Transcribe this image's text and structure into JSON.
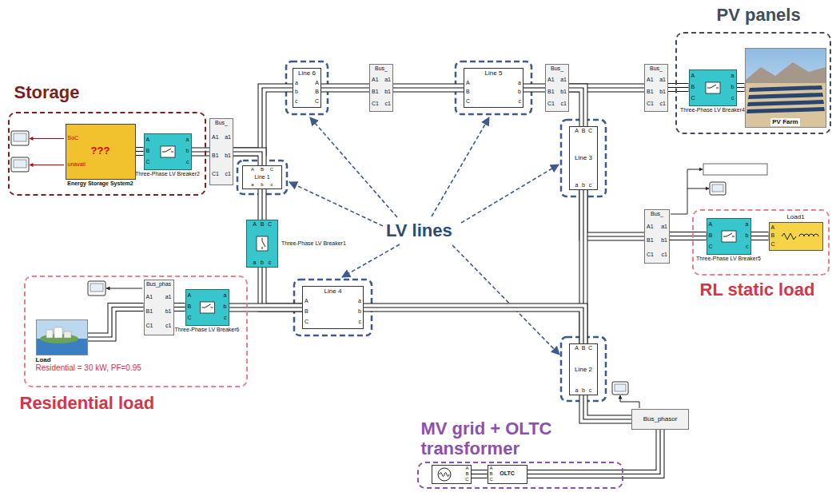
{
  "diagram": {
    "nodes": [
      {
        "text": [
          "Storage"
        ]
      },
      {
        "text": [
          "SoC",
          "unavail",
          "???",
          "Energy Storage System2"
        ],
        "in": 0
      },
      {
        "text": [
          "A",
          "B",
          "C",
          "a",
          "b",
          "c",
          "Three-Phase LV Breaker2"
        ],
        "in": 0
      },
      {
        "text": [
          "Bus_",
          "A1",
          "B1",
          "C1",
          "a1",
          "b1",
          "c1"
        ]
      },
      {
        "text": [
          "Line 6",
          "a",
          "b",
          "c",
          "A",
          "B",
          "C"
        ]
      },
      {
        "text": [
          "Bus_",
          "A1",
          "B1",
          "C1",
          "a1",
          "b1",
          "c1"
        ]
      },
      {
        "text": [
          "Line 5",
          "A",
          "B",
          "C",
          "a",
          "b",
          "c"
        ]
      },
      {
        "text": [
          "Bus_",
          "A1",
          "B1",
          "C1",
          "a1",
          "b1",
          "c1"
        ]
      },
      {
        "text": [
          "Bus_",
          "A1",
          "B1",
          "C1",
          "a1",
          "b1",
          "c1"
        ]
      },
      {
        "text": [
          "PV panels"
        ]
      },
      {
        "text": [
          "A",
          "B",
          "C",
          "a",
          "b",
          "c",
          "Three-Phase LV Breaker4"
        ],
        "in": 9
      },
      {
        "text": [
          "PV Farm"
        ],
        "in": 9
      },
      {
        "text": [
          "A",
          "B",
          "C",
          "a",
          "b",
          "c",
          "Line 1"
        ]
      },
      {
        "text": [
          "A",
          "B",
          "C",
          "Line 3",
          "a",
          "b",
          "c"
        ]
      },
      {
        "text": [
          "A",
          "B",
          "C",
          "a",
          "b",
          "c",
          "Three-Phase LV Breaker1"
        ]
      },
      {
        "text": [
          "Bus_",
          "A1",
          "B1",
          "C1",
          "a1",
          "b1",
          "c1"
        ]
      },
      {
        "text": [
          "RL static load"
        ]
      },
      {
        "text": [
          "A",
          "B",
          "C",
          "a",
          "b",
          "c",
          "Three-Phase LV Breaker5"
        ],
        "in": 16
      },
      {
        "text": [
          "Load1",
          "A",
          "B",
          "C"
        ],
        "in": 16
      },
      {
        "text": [
          "Residential load"
        ]
      },
      {
        "text": [
          "Bus_phas",
          "A1",
          "B1",
          "C1",
          "a1",
          "b1",
          "c1"
        ],
        "in": 19
      },
      {
        "text": [
          "A",
          "B",
          "C",
          "a",
          "b",
          "c",
          "Three-Phase LV Breaker6"
        ],
        "in": 19
      },
      {
        "text": [
          "Load",
          "Residential = 30 kW, PF=0.95"
        ],
        "in": 19
      },
      {
        "text": [
          "Line 4",
          "A",
          "B",
          "C",
          "a",
          "b",
          "c"
        ]
      },
      {
        "text": [
          "A",
          "B",
          "C",
          "Line 2",
          "a",
          "b",
          "c"
        ]
      },
      {
        "text": [
          "Bus_phasor"
        ]
      },
      {
        "text": [
          "MV grid + OLTC transformer"
        ]
      },
      {
        "text": [
          "A",
          "B",
          "C"
        ],
        "in": 26
      },
      {
        "text": [
          "A",
          "B",
          "C",
          "OLTC"
        ],
        "in": 26
      }
    ],
    "edges": [
      {
        "from": 1,
        "to": 2,
        "arrow": "none"
      },
      {
        "from": 2,
        "to": 3,
        "arrow": "none"
      },
      {
        "from": 3,
        "to": 4,
        "arrow": "none"
      },
      {
        "from": 3,
        "to": 12,
        "arrow": "none"
      },
      {
        "from": 12,
        "to": 14,
        "arrow": "none"
      },
      {
        "from": 14,
        "to": 23,
        "arrow": "none"
      },
      {
        "from": 21,
        "to": 23,
        "arrow": "none"
      },
      {
        "from": 20,
        "to": 21,
        "arrow": "none"
      },
      {
        "from": 22,
        "to": 20,
        "arrow": "none"
      },
      {
        "from": 4,
        "to": 5,
        "arrow": "none"
      },
      {
        "from": 5,
        "to": 6,
        "arrow": "none"
      },
      {
        "from": 6,
        "to": 7,
        "arrow": "none"
      },
      {
        "from": 7,
        "to": 8,
        "arrow": "none"
      },
      {
        "from": 7,
        "to": 13,
        "arrow": "none"
      },
      {
        "from": 8,
        "to": 10,
        "arrow": "none"
      },
      {
        "from": 10,
        "to": 11,
        "arrow": "none"
      },
      {
        "from": 13,
        "to": 15,
        "arrow": "none"
      },
      {
        "from": 15,
        "to": 17,
        "arrow": "none"
      },
      {
        "from": 17,
        "to": 18,
        "arrow": "none"
      },
      {
        "from": 13,
        "to": 24,
        "arrow": "none"
      },
      {
        "from": 23,
        "to": 24,
        "arrow": "none"
      },
      {
        "from": 24,
        "to": 25,
        "arrow": "none"
      },
      {
        "from": 27,
        "to": 28,
        "arrow": "none"
      },
      {
        "from": 28,
        "to": 25,
        "arrow": "none"
      }
    ],
    "labels": [
      "LV lines"
    ]
  }
}
